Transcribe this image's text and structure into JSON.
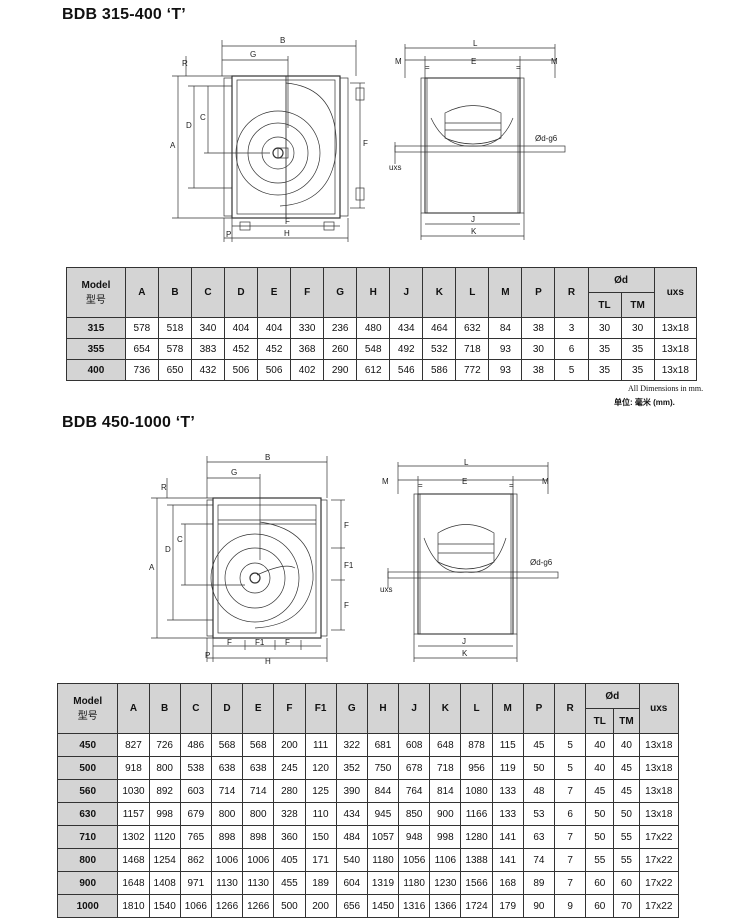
{
  "section1": {
    "title": "BDB 315-400 ‘T’",
    "labels": {
      "B": "B",
      "G": "G",
      "R": "R",
      "A": "A",
      "D": "D",
      "C": "C",
      "F": "F",
      "P": "P",
      "H": "H",
      "L": "L",
      "E": "E",
      "M": "M",
      "eq": "=",
      "J": "J",
      "K": "K",
      "od": "Ød-g6",
      "uxs": "uxs"
    },
    "headers": [
      "Model\n型号",
      "A",
      "B",
      "C",
      "D",
      "E",
      "F",
      "G",
      "H",
      "J",
      "K",
      "L",
      "M",
      "P",
      "R",
      "Ød",
      "uxs"
    ],
    "od_sub": [
      "TL",
      "TM"
    ],
    "model_label": "Model",
    "model_label_cn": "型号",
    "rows": [
      [
        "315",
        "578",
        "518",
        "340",
        "404",
        "404",
        "330",
        "236",
        "480",
        "434",
        "464",
        "632",
        "84",
        "38",
        "3",
        "30",
        "30",
        "13x18"
      ],
      [
        "355",
        "654",
        "578",
        "383",
        "452",
        "452",
        "368",
        "260",
        "548",
        "492",
        "532",
        "718",
        "93",
        "30",
        "6",
        "35",
        "35",
        "13x18"
      ],
      [
        "400",
        "736",
        "650",
        "432",
        "506",
        "506",
        "402",
        "290",
        "612",
        "546",
        "586",
        "772",
        "93",
        "38",
        "5",
        "35",
        "35",
        "13x18"
      ]
    ],
    "note_en": "All Dimensions in mm.",
    "note_cn": "单位: 毫米 (mm)."
  },
  "section2": {
    "title": "BDB 450-1000 ‘T’",
    "labels": {
      "B": "B",
      "G": "G",
      "R": "R",
      "A": "A",
      "D": "D",
      "C": "C",
      "F": "F",
      "F1": "F1",
      "P": "P",
      "H": "H",
      "L": "L",
      "E": "E",
      "M": "M",
      "eq": "=",
      "J": "J",
      "K": "K",
      "od": "Ød-g6",
      "uxs": "uxs"
    },
    "headers": [
      "A",
      "B",
      "C",
      "D",
      "E",
      "F",
      "F1",
      "G",
      "H",
      "J",
      "K",
      "L",
      "M",
      "P",
      "R",
      "Ød",
      "uxs"
    ],
    "od_sub": [
      "TL",
      "TM"
    ],
    "model_label": "Model",
    "model_label_cn": "型号",
    "rows": [
      [
        "450",
        "827",
        "726",
        "486",
        "568",
        "568",
        "200",
        "111",
        "322",
        "681",
        "608",
        "648",
        "878",
        "115",
        "45",
        "5",
        "40",
        "40",
        "13x18"
      ],
      [
        "500",
        "918",
        "800",
        "538",
        "638",
        "638",
        "245",
        "120",
        "352",
        "750",
        "678",
        "718",
        "956",
        "119",
        "50",
        "5",
        "40",
        "45",
        "13x18"
      ],
      [
        "560",
        "1030",
        "892",
        "603",
        "714",
        "714",
        "280",
        "125",
        "390",
        "844",
        "764",
        "814",
        "1080",
        "133",
        "48",
        "7",
        "45",
        "45",
        "13x18"
      ],
      [
        "630",
        "1157",
        "998",
        "679",
        "800",
        "800",
        "328",
        "110",
        "434",
        "945",
        "850",
        "900",
        "1166",
        "133",
        "53",
        "6",
        "50",
        "50",
        "13x18"
      ],
      [
        "710",
        "1302",
        "1120",
        "765",
        "898",
        "898",
        "360",
        "150",
        "484",
        "1057",
        "948",
        "998",
        "1280",
        "141",
        "63",
        "7",
        "50",
        "55",
        "17x22"
      ],
      [
        "800",
        "1468",
        "1254",
        "862",
        "1006",
        "1006",
        "405",
        "171",
        "540",
        "1180",
        "1056",
        "1106",
        "1388",
        "141",
        "74",
        "7",
        "55",
        "55",
        "17x22"
      ],
      [
        "900",
        "1648",
        "1408",
        "971",
        "1130",
        "1130",
        "455",
        "189",
        "604",
        "1319",
        "1180",
        "1230",
        "1566",
        "168",
        "89",
        "7",
        "60",
        "60",
        "17x22"
      ],
      [
        "1000",
        "1810",
        "1540",
        "1066",
        "1266",
        "1266",
        "500",
        "200",
        "656",
        "1450",
        "1316",
        "1366",
        "1724",
        "179",
        "90",
        "9",
        "60",
        "70",
        "17x22"
      ]
    ]
  }
}
